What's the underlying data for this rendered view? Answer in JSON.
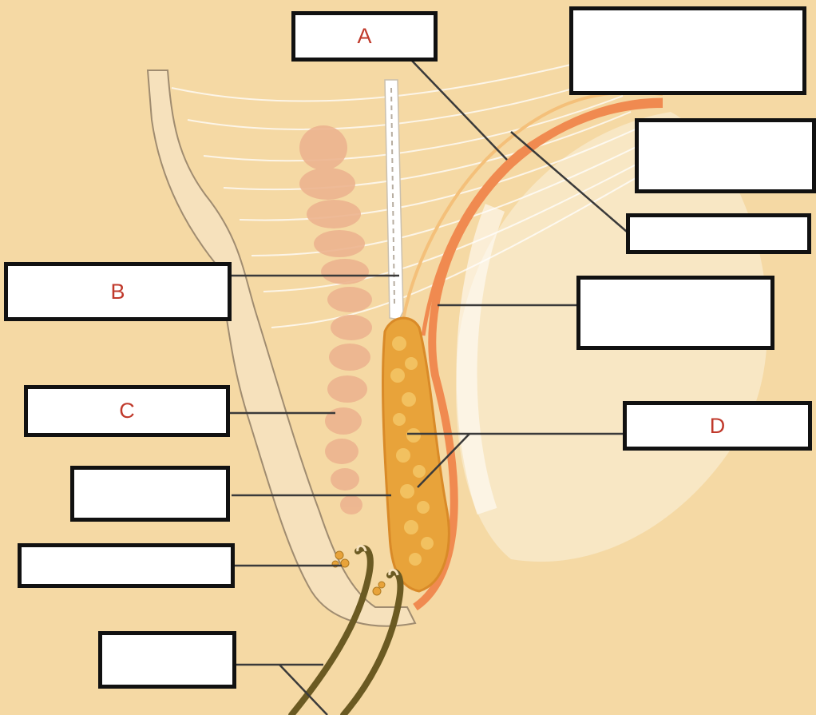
{
  "colors": {
    "background": "#f5d9a4",
    "skin": "#f6e1bc",
    "muscle": "#edb48f",
    "tarsus": "#e8a33a",
    "conjunctiva": "#f08a50",
    "lash": "#6b5a22",
    "leader": "#3a3a3a",
    "label_text": "#c0392b"
  },
  "labels": [
    {
      "id": "a",
      "text": "A"
    },
    {
      "id": "top-right-1",
      "text": ""
    },
    {
      "id": "top-right-2",
      "text": ""
    },
    {
      "id": "top-right-3",
      "text": ""
    },
    {
      "id": "b",
      "text": "B"
    },
    {
      "id": "right-middle",
      "text": ""
    },
    {
      "id": "c",
      "text": "C"
    },
    {
      "id": "d",
      "text": "D"
    },
    {
      "id": "left-lower",
      "text": ""
    },
    {
      "id": "left-glands",
      "text": ""
    },
    {
      "id": "left-lashes",
      "text": ""
    }
  ]
}
